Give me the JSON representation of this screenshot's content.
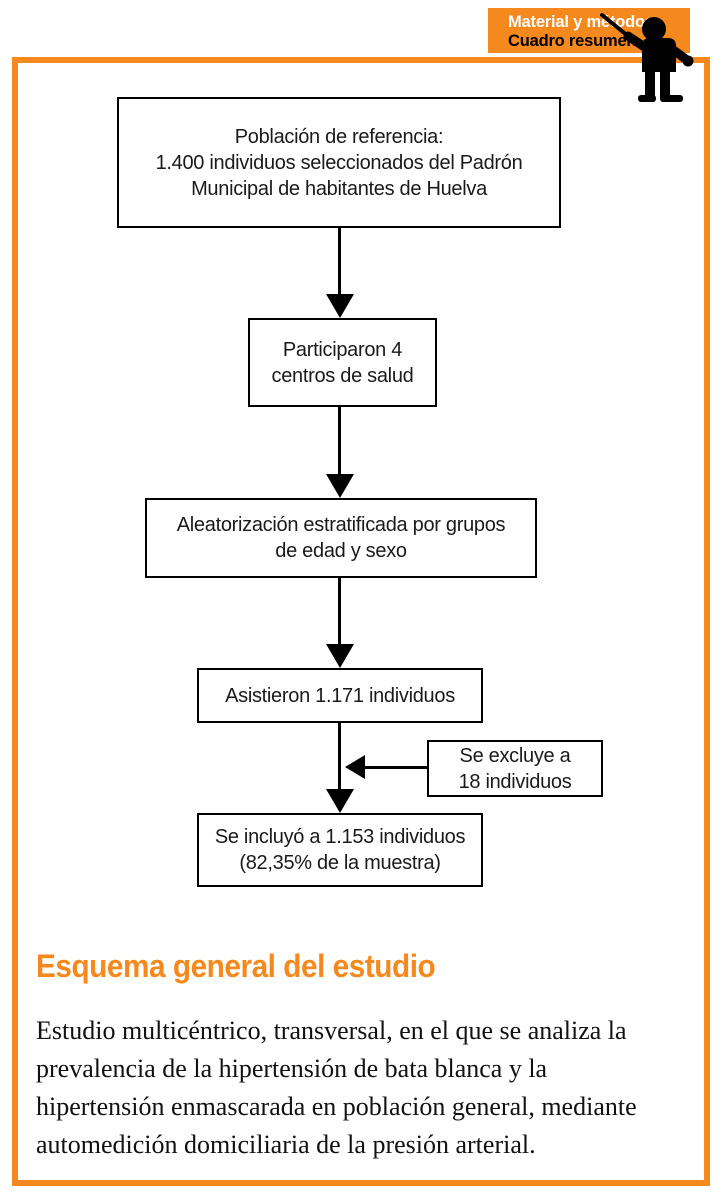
{
  "badge": {
    "line1": "Material y métodos",
    "line2": "Cuadro resumen"
  },
  "colors": {
    "accent_orange": "#F6891E",
    "text_black": "#000000",
    "badge_title_white": "#FFFFFF"
  },
  "flowchart": {
    "boxes": [
      {
        "id": "poblacion",
        "text": "Población de referencia:\n1.400 individuos seleccionados del Padrón\nMunicipal de habitantes de Huelva"
      },
      {
        "id": "centros",
        "text": "Participaron 4\ncentros de salud"
      },
      {
        "id": "aleatorizacion",
        "text": "Aleatorización estratificada por grupos\nde edad y sexo"
      },
      {
        "id": "asistieron",
        "text": "Asistieron 1.171 individuos"
      },
      {
        "id": "excluye",
        "text": "Se excluye a\n18 individuos"
      },
      {
        "id": "incluyo",
        "text": "Se incluyó a 1.153 individuos\n(82,35% de la muestra)"
      }
    ]
  },
  "section": {
    "title": "Esquema general del estudio",
    "body": "Estudio multicéntrico, transversal, en el que se analiza la\nprevalencia de la hipertensión de bata blanca y la\nhipertensión enmascarada en población general, mediante\nautomedición domiciliaria de la presión arterial."
  }
}
